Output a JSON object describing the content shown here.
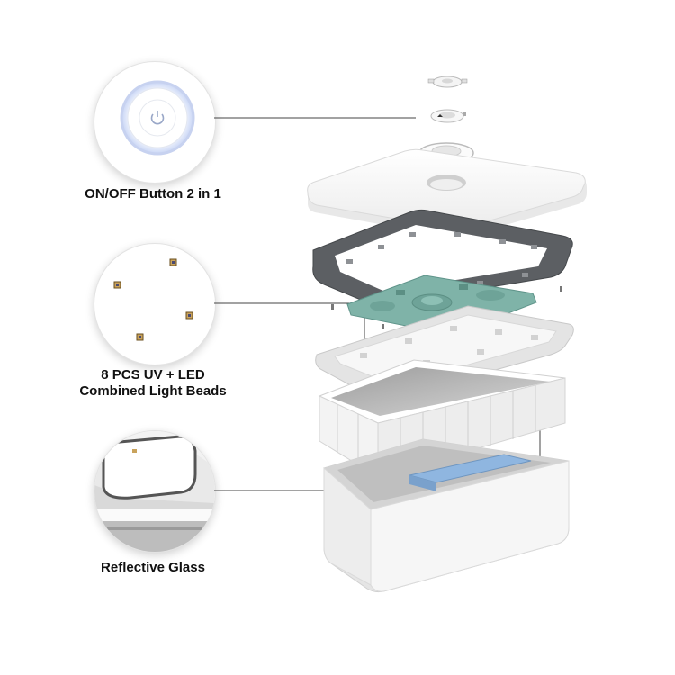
{
  "callouts": [
    {
      "label_lines": [
        "ON/OFF Button 2 in 1"
      ],
      "icon": "power-button-icon"
    },
    {
      "label_lines": [
        "8 PCS UV + LED",
        "Combined Light Beads"
      ],
      "icon": "led-beads-icon"
    },
    {
      "label_lines": [
        "Reflective Glass"
      ],
      "icon": "reflective-glass-icon"
    }
  ],
  "colors": {
    "frame": "#5c5f63",
    "pcb": "#7fb3a8",
    "shell": "#f7f7f7",
    "line": "#444444",
    "battery": "#8fb6e0",
    "glow": "#b9c9ef"
  }
}
